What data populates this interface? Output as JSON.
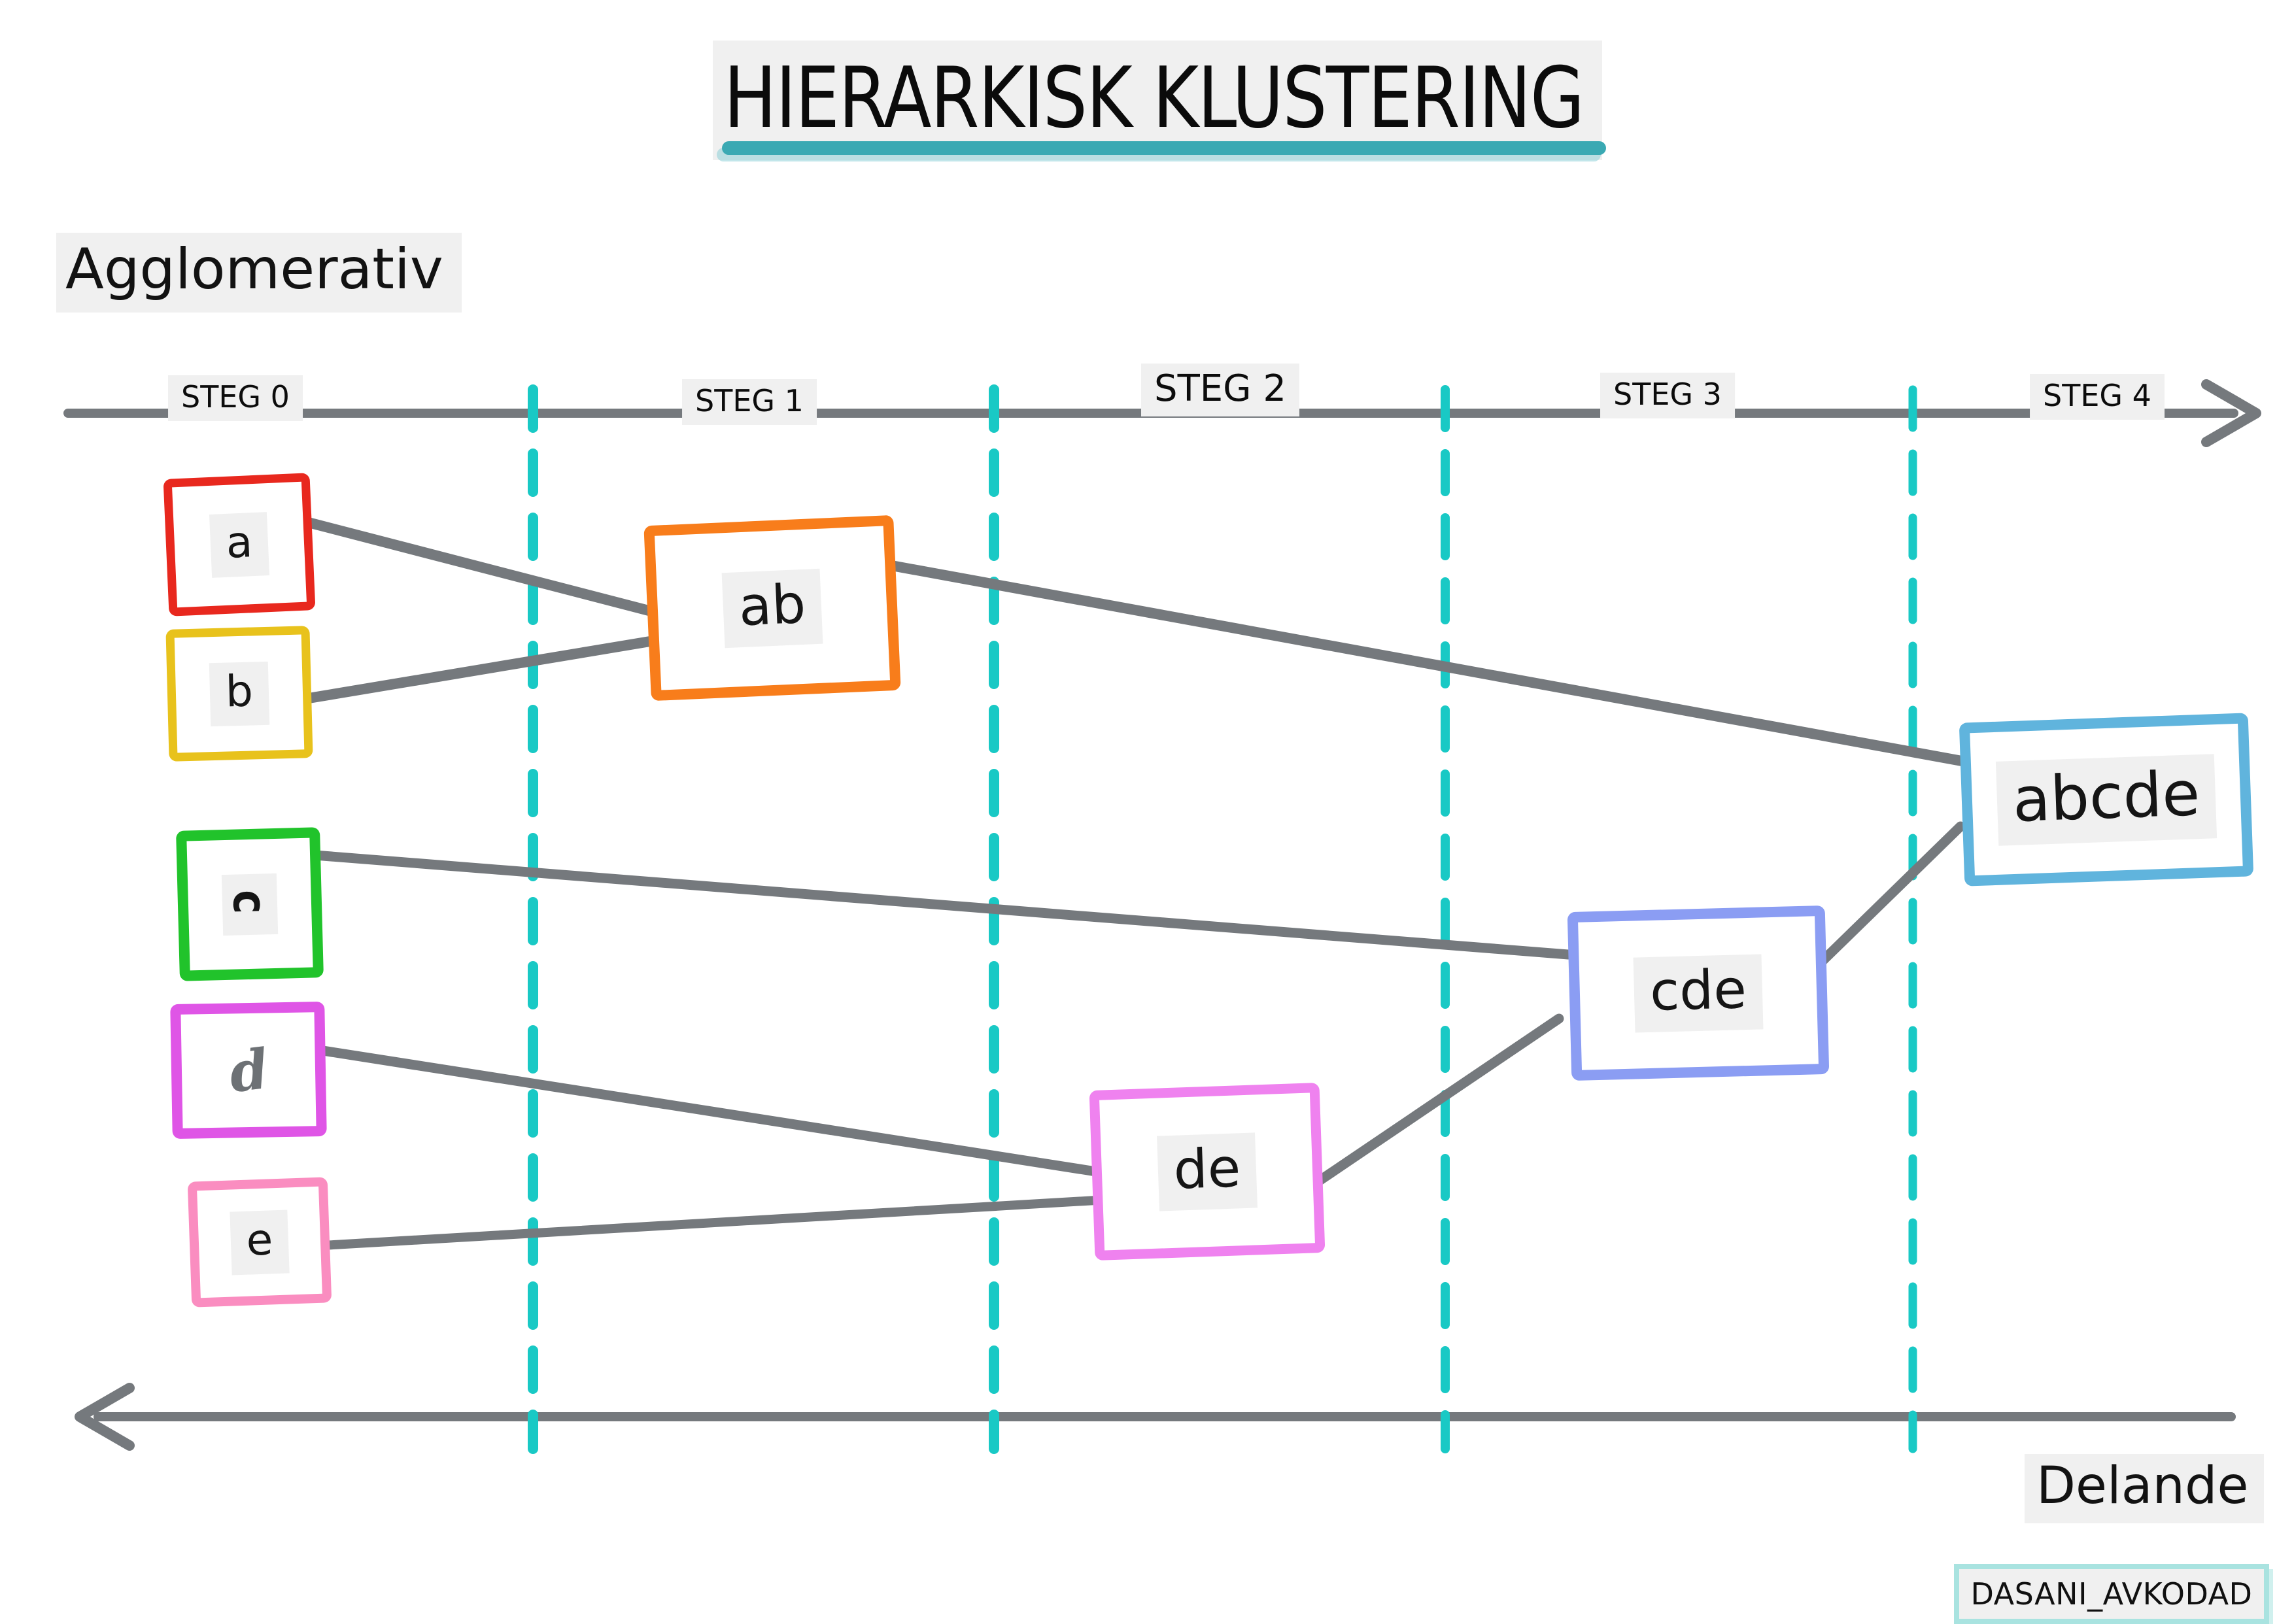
{
  "title": "HIERARKISK KLUSTERING",
  "labels": {
    "agglomerativ": "Agglomerativ",
    "delande": "Delande",
    "watermark": "DASANI_AVKODAD"
  },
  "axis": {
    "direction_top": "left-to-right",
    "direction_bottom": "right-to-left",
    "steps": [
      {
        "label": "STEG 0"
      },
      {
        "label": "STEG 1"
      },
      {
        "label": "STEG 2"
      },
      {
        "label": "STEG 3"
      },
      {
        "label": "STEG 4"
      }
    ]
  },
  "nodes": [
    {
      "id": "a",
      "label": "a",
      "step": 0,
      "border_color": "#e8281e"
    },
    {
      "id": "b",
      "label": "b",
      "step": 0,
      "border_color": "#e8c21c"
    },
    {
      "id": "c",
      "label": "c",
      "step": 0,
      "border_color": "#21c32b"
    },
    {
      "id": "d",
      "label": "d",
      "step": 0,
      "border_color": "#df55e6"
    },
    {
      "id": "e",
      "label": "e",
      "step": 0,
      "border_color": "#fa8dc0"
    },
    {
      "id": "ab",
      "label": "ab",
      "step": 1,
      "border_color": "#f87d1b"
    },
    {
      "id": "de",
      "label": "de",
      "step": 2,
      "border_color": "#ef82ef"
    },
    {
      "id": "cde",
      "label": "cde",
      "step": 3,
      "border_color": "#8b9df3"
    },
    {
      "id": "abcde",
      "label": "abcde",
      "step": 4,
      "border_color": "#60b4dd"
    }
  ],
  "edges": [
    {
      "from": "a",
      "to": "ab"
    },
    {
      "from": "b",
      "to": "ab"
    },
    {
      "from": "c",
      "to": "cde"
    },
    {
      "from": "d",
      "to": "de"
    },
    {
      "from": "e",
      "to": "de"
    },
    {
      "from": "ab",
      "to": "abcde"
    },
    {
      "from": "de",
      "to": "cde"
    },
    {
      "from": "cde",
      "to": "abcde"
    }
  ],
  "colors": {
    "connector": "#75797d",
    "axis": "#75797d",
    "step_divider": "#19c9c5",
    "title_underline": "#3aa9b3",
    "watermark_border": "#a9e3e0",
    "label_highlight": "#f0f0f0"
  }
}
